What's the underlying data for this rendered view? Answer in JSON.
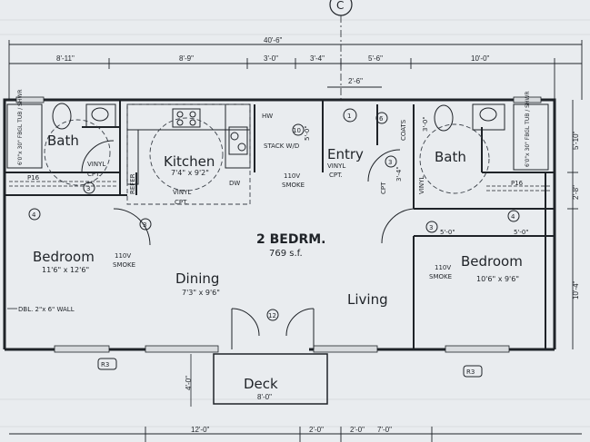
{
  "plan": {
    "title": "2 BEDRM.",
    "area": "769 s.f.",
    "grid_marker": "C",
    "overall_width": "40'-6\"",
    "top_dims": [
      "8'-11\"",
      "8'-9\"",
      "3'-0\"",
      "3'-4\"",
      "5'-6\"",
      "10'-0\""
    ],
    "entry_dim": "2'-6\"",
    "right_dims": [
      "5'-10\"",
      "2'-8\"",
      "10'-4\""
    ],
    "bottom_dims": [
      "12'-0\"",
      "2'-0\"",
      "2'-0\"",
      "7'-0\""
    ],
    "deck_depth": "4'-0\"",
    "deck_width": "8'-0\""
  },
  "rooms": {
    "bath_left": "Bath",
    "bath_right": "Bath",
    "kitchen": "Kitchen",
    "kitchen_size": "7'4\" x 9'2\"",
    "entry": "Entry",
    "bedroom_left": "Bedroom",
    "bedroom_left_size": "11'6\" x 12'6\"",
    "bedroom_right": "Bedroom",
    "bedroom_right_size": "10'6\" x 9'6\"",
    "dining": "Dining",
    "dining_size": "7'3\" x 9'6\"",
    "living": "Living",
    "deck": "Deck"
  },
  "labels": {
    "vinyl": "VINYL",
    "cpt": "CPT.",
    "refer": "REFER",
    "dw": "DW",
    "hw": "HW",
    "stack_wd": "STACK W/D",
    "coats": "COATS",
    "cpt_v": "CPT",
    "smoke_line1": "110V",
    "smoke_line2": "SMOKE",
    "p16": "P16",
    "tub_left": "6'0\"x 30\" FBGL TUB / SHWR",
    "tub_right": "6'0\"x 30\" FBGL TUB / SHWR",
    "wall_note": "DBL. 2\"x 6\" WALL",
    "r3": "R3",
    "dim_5_0": "5'-0\"",
    "dim_3_4": "3'-4\"",
    "dim_4_0": "4'-0\"",
    "dim_3_0": "3'-0\"",
    "dim_5_0b": "5'-0\"",
    "dim_5_0c": "5'-0\""
  },
  "tags": {
    "t3": "3",
    "t4": "4",
    "t5": "5",
    "t6": "6",
    "t10": "10",
    "t12": "12",
    "t1": "1"
  },
  "colors": {
    "paper": "#e9ecef",
    "ink": "#1f2328",
    "dash": "#3a4048"
  }
}
